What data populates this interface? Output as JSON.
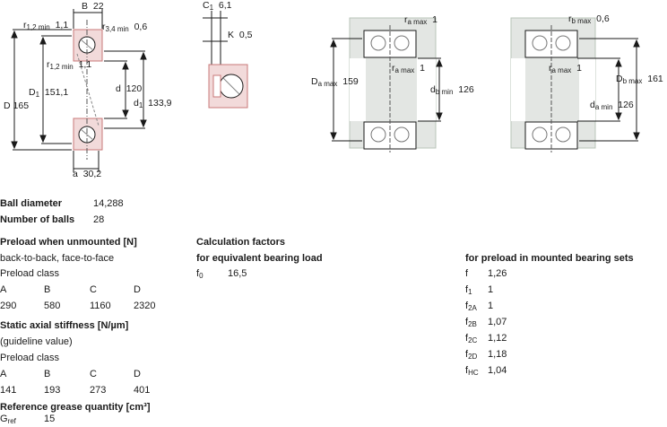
{
  "drawing_labels": {
    "B": "B",
    "B_val": "22",
    "r12min": "r",
    "r12min_sub": "1,2 min",
    "r12min_val": "1,1",
    "r34min": "r",
    "r34min_sub": "3,4 min",
    "r34min_val": "0,6",
    "r12min_b": "r",
    "r12min_b_sub": "1,2 min",
    "r12min_b_val": "1,1",
    "D": "D",
    "D_val": "165",
    "D1": "D",
    "D1_sub": "1",
    "D1_val": "151,1",
    "d": "d",
    "d_val": "120",
    "d1": "d",
    "d1_sub": "1",
    "d1_val": "133,9",
    "a": "a",
    "a_val": "30,2",
    "C1": "C",
    "C1_sub": "1",
    "C1_val": "6,1",
    "K": "K",
    "K_val": "0,5",
    "ramax_top": "r",
    "ramax_top_sub": "a max",
    "ramax_top_val": "1",
    "ramax_mid": "r",
    "ramax_mid_sub": "a max",
    "ramax_mid_val": "1",
    "Damax": "D",
    "Damax_sub": "a max",
    "Damax_val": "159",
    "dbmin": "d",
    "dbmin_sub": "b min",
    "dbmin_val": "126",
    "rbmax_top": "r",
    "rbmax_top_sub": "b max",
    "rbmax_top_val": "0,6",
    "ramax_r": "r",
    "ramax_r_sub": "a max",
    "ramax_r_val": "1",
    "Dbmax": "D",
    "Dbmax_sub": "b max",
    "Dbmax_val": "161",
    "damin": "d",
    "damin_sub": "a min",
    "damin_val": "126"
  },
  "specs": {
    "ball_diameter_label": "Ball diameter",
    "ball_diameter_value": "14,288",
    "number_of_balls_label": "Number of balls",
    "number_of_balls_value": "28",
    "preload_title": "Preload when unmounted [N]",
    "preload_arrangement": "back-to-back, face-to-face",
    "preload_class_label": "Preload class",
    "preload_classes": [
      "A",
      "B",
      "C",
      "D"
    ],
    "preload_values": [
      "290",
      "580",
      "1160",
      "2320"
    ],
    "stiffness_title": "Static axial stiffness [N/µm]",
    "stiffness_note": "(guideline value)",
    "stiffness_class_label": "Preload class",
    "stiffness_classes": [
      "A",
      "B",
      "C",
      "D"
    ],
    "stiffness_values": [
      "141",
      "193",
      "273",
      "401"
    ],
    "grease_title": "Reference grease quantity [cm³]",
    "grease_symbol": "G",
    "grease_symbol_sub": "ref",
    "grease_value": "15"
  },
  "calc": {
    "title": "Calculation factors",
    "equiv_title": "for equivalent bearing load",
    "f0_symbol": "f",
    "f0_sub": "0",
    "f0_value": "16,5",
    "mounted_title": "for preload in mounted bearing sets",
    "factors": [
      {
        "symbol": "f",
        "sub": "",
        "value": "1,26"
      },
      {
        "symbol": "f",
        "sub": "1",
        "value": "1"
      },
      {
        "symbol": "f",
        "sub": "2A",
        "value": "1"
      },
      {
        "symbol": "f",
        "sub": "2B",
        "value": "1,07"
      },
      {
        "symbol": "f",
        "sub": "2C",
        "value": "1,12"
      },
      {
        "symbol": "f",
        "sub": "2D",
        "value": "1,18"
      },
      {
        "symbol": "f",
        "sub": "HC",
        "value": "1,04"
      }
    ]
  },
  "colors": {
    "ring_fill": "#f2dada",
    "ring_stroke": "#c87878",
    "housing_fill": "#e3e6e3",
    "housing_edge": "#b8c4b8",
    "line": "#1a1a1a"
  }
}
